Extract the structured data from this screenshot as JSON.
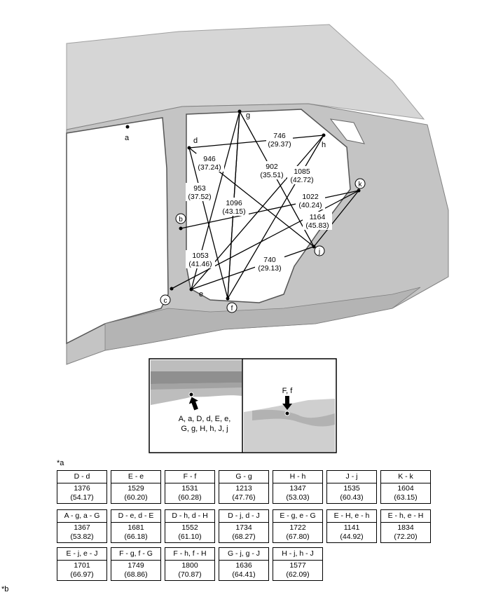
{
  "diagram": {
    "points": {
      "a": "a",
      "b": "b",
      "c": "c",
      "d": "d",
      "e": "e",
      "f": "f",
      "g": "g",
      "h": "h",
      "j": "j",
      "k": "k"
    },
    "dimensions": [
      {
        "mm": "746",
        "in": "(29.37)"
      },
      {
        "mm": "946",
        "in": "(37.24)"
      },
      {
        "mm": "902",
        "in": "(35.51)"
      },
      {
        "mm": "1085",
        "in": "(42.72)"
      },
      {
        "mm": "953",
        "in": "(37.52)"
      },
      {
        "mm": "1096",
        "in": "(43.15)"
      },
      {
        "mm": "1022",
        "in": "(40.24)"
      },
      {
        "mm": "1164",
        "in": "(45.83)"
      },
      {
        "mm": "740",
        "in": "(29.13)"
      },
      {
        "mm": "1053",
        "in": "(41.46)"
      }
    ],
    "inset_left": {
      "line1": "A, a, D, d, E, e,",
      "line2": "G, g, H, h, J, j"
    },
    "inset_right": {
      "label": "F, f"
    }
  },
  "table_label": "*a",
  "footnote": "*b",
  "table_rows": [
    [
      {
        "label": "D - d",
        "mm": "1376",
        "in": "(54.17)"
      },
      {
        "label": "E - e",
        "mm": "1529",
        "in": "(60.20)"
      },
      {
        "label": "F - f",
        "mm": "1531",
        "in": "(60.28)"
      },
      {
        "label": "G - g",
        "mm": "1213",
        "in": "(47.76)"
      },
      {
        "label": "H - h",
        "mm": "1347",
        "in": "(53.03)"
      },
      {
        "label": "J - j",
        "mm": "1535",
        "in": "(60.43)"
      },
      {
        "label": "K - k",
        "mm": "1604",
        "in": "(63.15)"
      }
    ],
    [
      {
        "label": "A - g, a - G",
        "mm": "1367",
        "in": "(53.82)"
      },
      {
        "label": "D - e, d - E",
        "mm": "1681",
        "in": "(66.18)"
      },
      {
        "label": "D - h, d - H",
        "mm": "1552",
        "in": "(61.10)"
      },
      {
        "label": "D - j, d - J",
        "mm": "1734",
        "in": "(68.27)"
      },
      {
        "label": "E - g, e - G",
        "mm": "1722",
        "in": "(67.80)"
      },
      {
        "label": "E - H, e - h",
        "mm": "1141",
        "in": "(44.92)"
      },
      {
        "label": "E - h, e - H",
        "mm": "1834",
        "in": "(72.20)"
      }
    ],
    [
      {
        "label": "E - j, e - J",
        "mm": "1701",
        "in": "(66.97)"
      },
      {
        "label": "F - g, f - G",
        "mm": "1749",
        "in": "(68.86)"
      },
      {
        "label": "F - h, f - H",
        "mm": "1800",
        "in": "(70.87)"
      },
      {
        "label": "G - j, g - J",
        "mm": "1636",
        "in": "(64.41)"
      },
      {
        "label": "H - j, h - J",
        "mm": "1577",
        "in": "(62.09)"
      }
    ]
  ]
}
